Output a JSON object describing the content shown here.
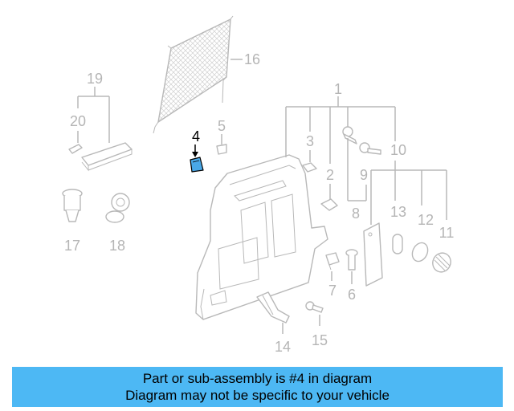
{
  "callouts": {
    "c1": "1",
    "c2": "2",
    "c3": "3",
    "c4": "4",
    "c5": "5",
    "c6": "6",
    "c7": "7",
    "c8": "8",
    "c9": "9",
    "c10": "10",
    "c11": "11",
    "c12": "12",
    "c13": "13",
    "c14": "14",
    "c15": "15",
    "c16": "16",
    "c17": "17",
    "c18": "18",
    "c19": "19",
    "c20": "20"
  },
  "highlighted_part": "4",
  "colors": {
    "banner": "#4db8f4",
    "highlight": "#4aa8e8",
    "lines": "#b8b8b8"
  },
  "banner": {
    "line1": "Part or sub-assembly is #4 in diagram",
    "line2": "Diagram may not be specific to your vehicle"
  }
}
